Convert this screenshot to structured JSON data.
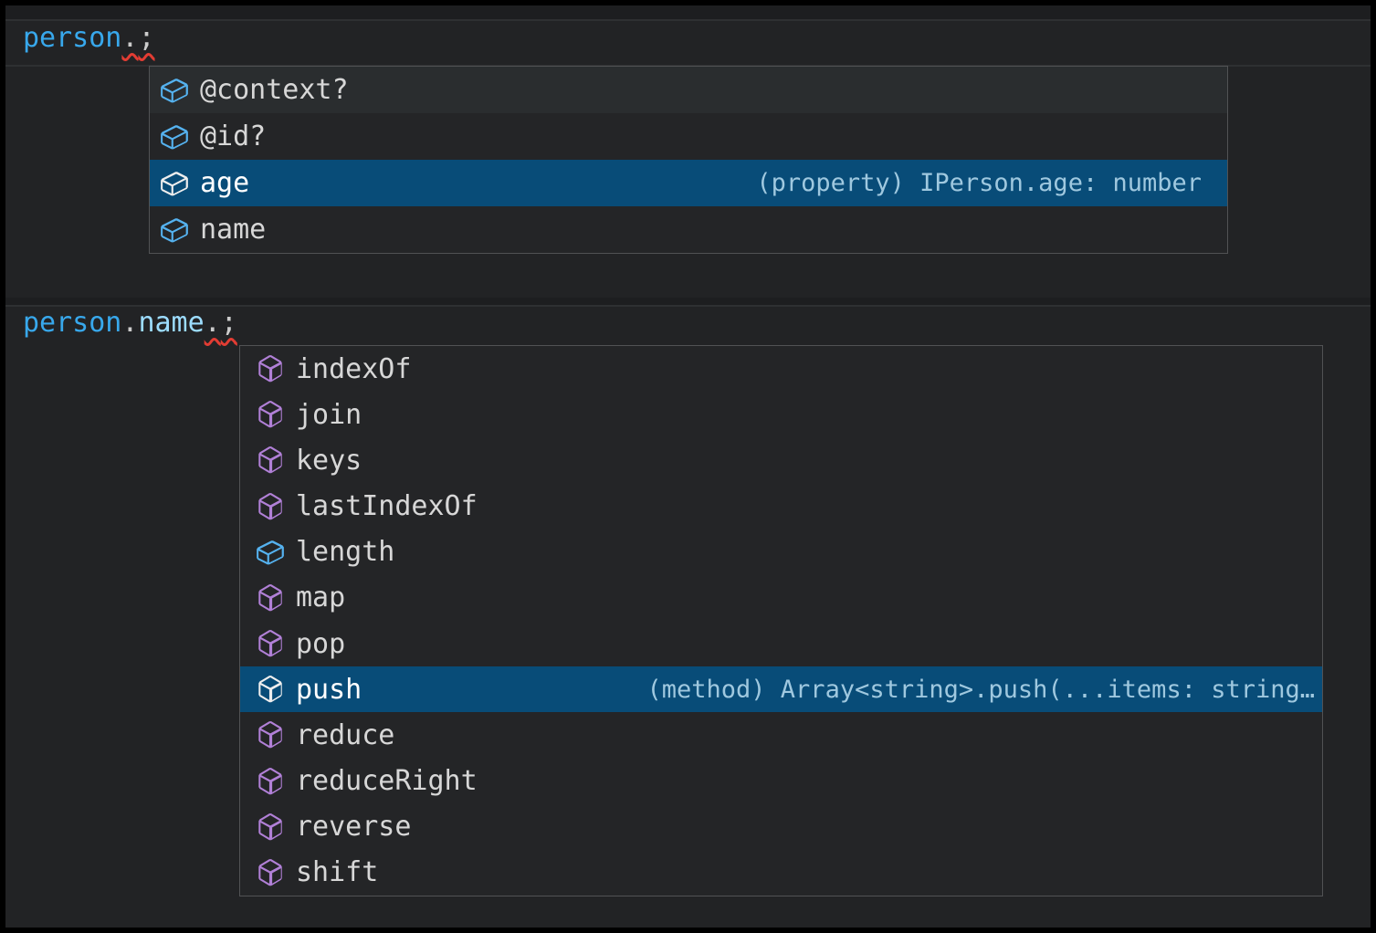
{
  "colors": {
    "editor_bg": "#222325",
    "band_dark": "#1d1e20",
    "hairline": "#2e3032",
    "widget_bg": "#242527",
    "widget_border": "#515254",
    "hover_bg": "#2a2d2f",
    "selection_bg": "#084c78",
    "variable_blue": "#38a8ec",
    "property_blue": "#9cdcfe",
    "punctuation": "#cccccc",
    "error_red": "#e23c33",
    "label": "#d7d7d7",
    "selected_label": "#ffffff",
    "detail": "#9fc8df",
    "icon_field": "#55b2ef",
    "icon_method": "#b180d7",
    "icon_selected": "#eeeeee"
  },
  "code_lines": [
    {
      "name": "line-1",
      "segments": [
        {
          "text": "person",
          "type": "variable"
        },
        {
          "text": ".",
          "type": "punctuation",
          "error": true
        },
        {
          "text": ";",
          "type": "punctuation",
          "error": true
        }
      ]
    },
    {
      "name": "line-2",
      "segments": [
        {
          "text": "person",
          "type": "variable"
        },
        {
          "text": ".",
          "type": "punctuation"
        },
        {
          "text": "name",
          "type": "property"
        },
        {
          "text": ".",
          "type": "punctuation",
          "error": true
        },
        {
          "text": ";",
          "type": "punctuation",
          "error": true
        }
      ]
    }
  ],
  "suggest_widgets": [
    {
      "name": "suggest-widget-person",
      "items": [
        {
          "label": "@context?",
          "kind": "field",
          "hovered": true
        },
        {
          "label": "@id?",
          "kind": "field"
        },
        {
          "label": "age",
          "kind": "field",
          "selected": true,
          "detail": "(property) IPerson.age: number"
        },
        {
          "label": "name",
          "kind": "field"
        }
      ]
    },
    {
      "name": "suggest-widget-person-name",
      "items": [
        {
          "label": "indexOf",
          "kind": "method"
        },
        {
          "label": "join",
          "kind": "method"
        },
        {
          "label": "keys",
          "kind": "method"
        },
        {
          "label": "lastIndexOf",
          "kind": "method"
        },
        {
          "label": "length",
          "kind": "field"
        },
        {
          "label": "map",
          "kind": "method"
        },
        {
          "label": "pop",
          "kind": "method"
        },
        {
          "label": "push",
          "kind": "method",
          "selected": true,
          "detail": "(method) Array<string>.push(...items: string…"
        },
        {
          "label": "reduce",
          "kind": "method"
        },
        {
          "label": "reduceRight",
          "kind": "method"
        },
        {
          "label": "reverse",
          "kind": "method"
        },
        {
          "label": "shift",
          "kind": "method"
        }
      ]
    }
  ]
}
